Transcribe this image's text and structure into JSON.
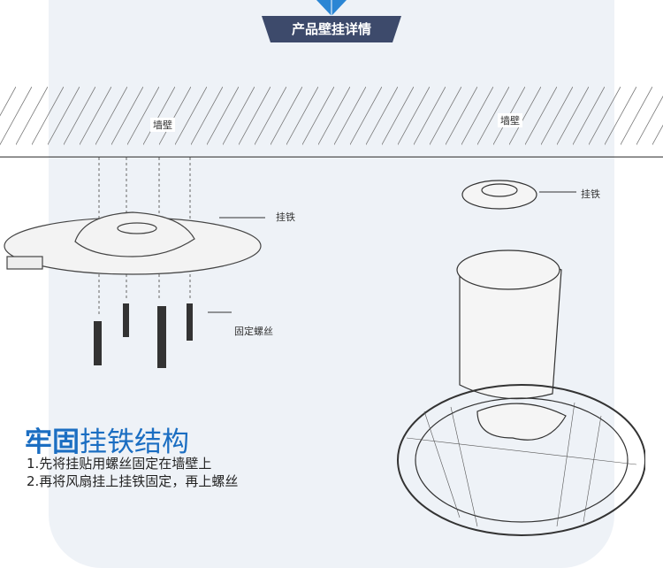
{
  "header": {
    "title": "产品壁挂详情"
  },
  "wall_labels": [
    "墙壁",
    "墙壁"
  ],
  "left_diagram": {
    "bracket_label": "挂铁",
    "screw_label": "固定螺丝"
  },
  "right_diagram": {
    "bracket_label": "挂铁"
  },
  "feature": {
    "title_bold": "牢固",
    "title_rest": "挂铁结构",
    "steps": [
      "1.先将挂贴用螺丝固定在墙壁上",
      "2.再将风扇挂上挂铁固定，再上螺丝"
    ]
  },
  "colors": {
    "banner": "#3d4a6b",
    "accent": "#1b6ec2",
    "chevron": "#2b86d4"
  }
}
